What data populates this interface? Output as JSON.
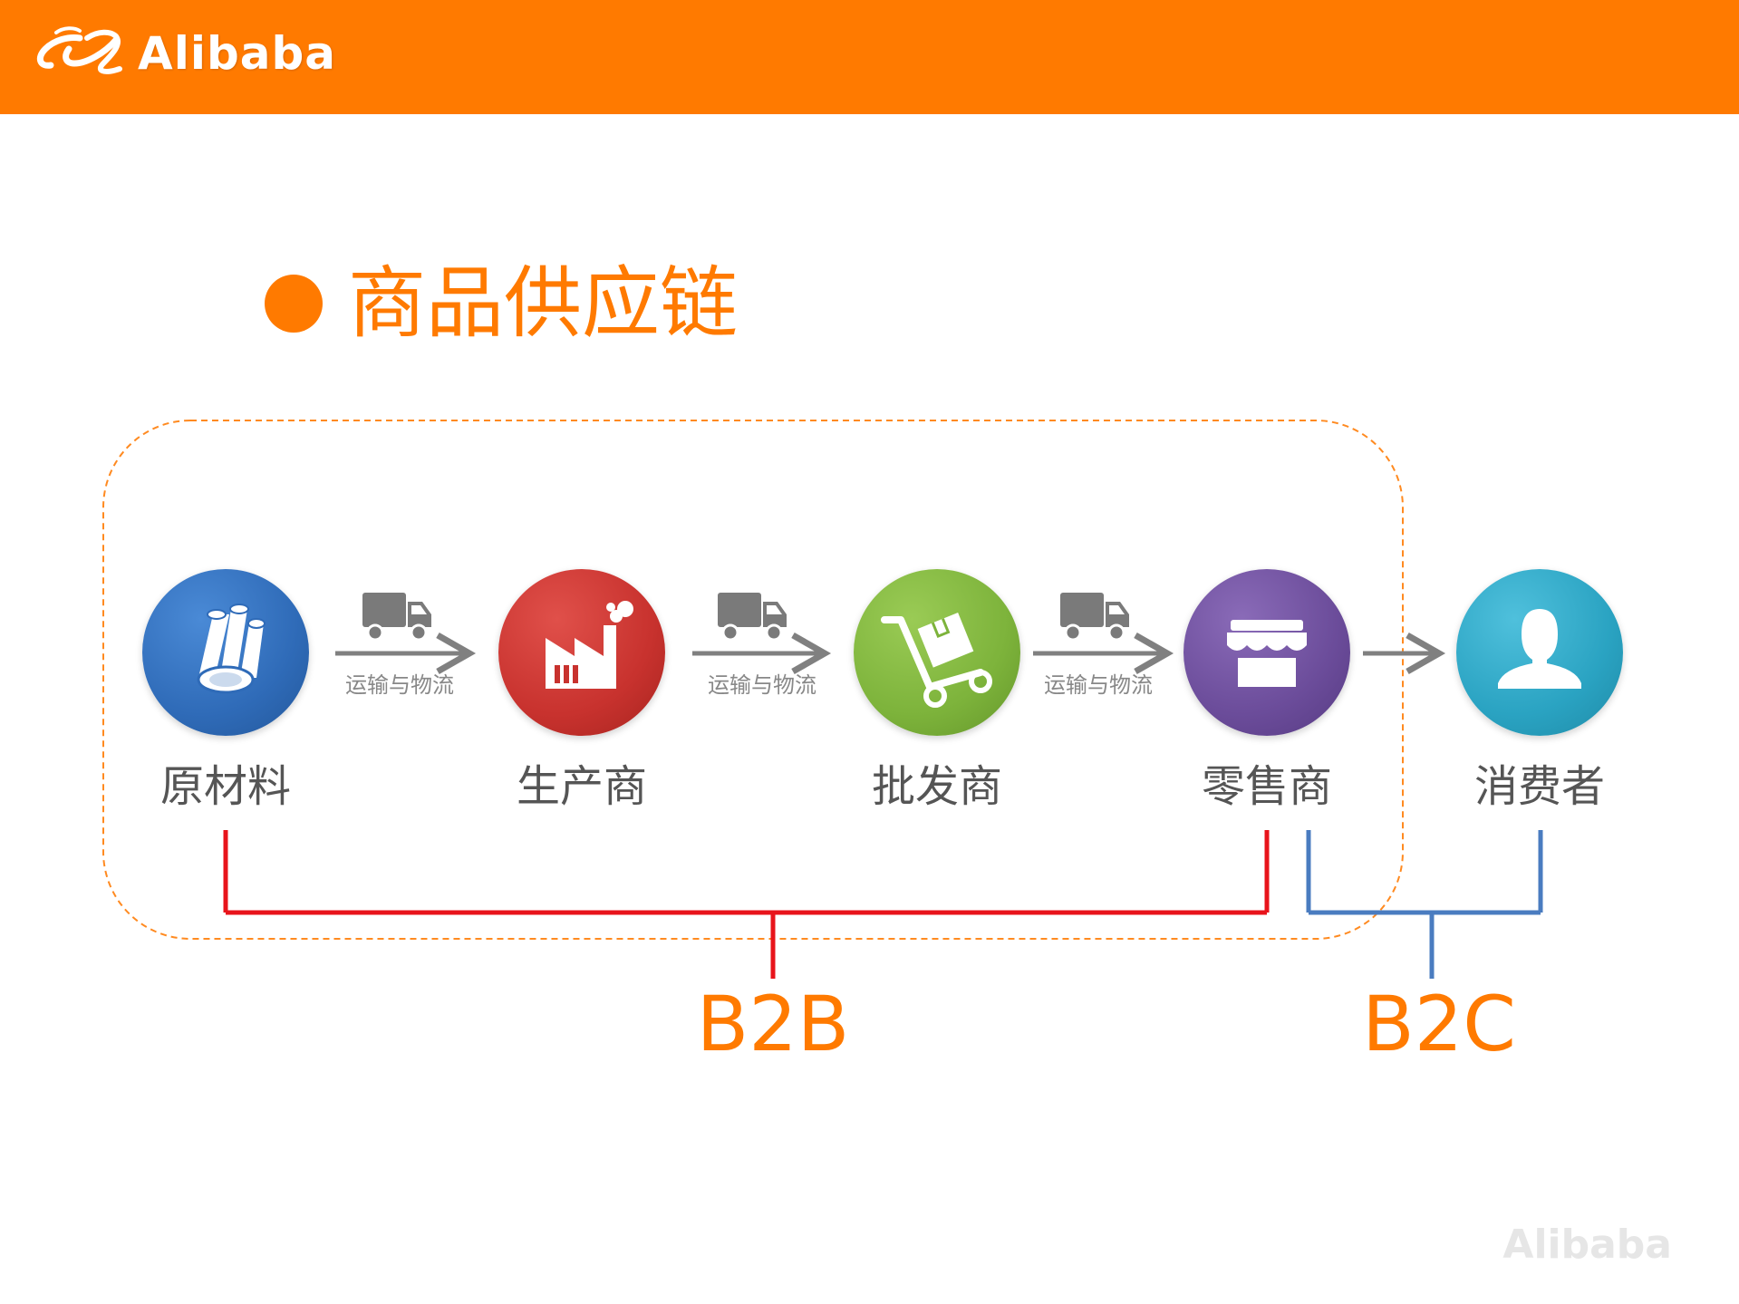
{
  "header": {
    "logo_text": "Alibaba",
    "brand_color": "#FF7A00"
  },
  "title": "商品供应链",
  "nodes": [
    {
      "id": "raw",
      "label": "原材料",
      "icon": "raw-materials-icon",
      "color": "#2F6BB8"
    },
    {
      "id": "manufacturer",
      "label": "生产商",
      "icon": "factory-icon",
      "color": "#C8322E"
    },
    {
      "id": "wholesaler",
      "label": "批发商",
      "icon": "hand-truck-icon",
      "color": "#7DB33B"
    },
    {
      "id": "retailer",
      "label": "零售商",
      "icon": "storefront-icon",
      "color": "#6B4C9A"
    },
    {
      "id": "consumer",
      "label": "消费者",
      "icon": "person-icon",
      "color": "#2AA3C2"
    }
  ],
  "edges": [
    {
      "from": "raw",
      "to": "manufacturer",
      "label": "运输与物流",
      "icon": "truck-icon"
    },
    {
      "from": "manufacturer",
      "to": "wholesaler",
      "label": "运输与物流",
      "icon": "truck-icon"
    },
    {
      "from": "wholesaler",
      "to": "retailer",
      "label": "运输与物流",
      "icon": "truck-icon"
    },
    {
      "from": "retailer",
      "to": "consumer",
      "label": "",
      "icon": ""
    }
  ],
  "groups": [
    {
      "label": "B2B",
      "from": "raw",
      "to": "retailer",
      "color": "#E8141B"
    },
    {
      "label": "B2C",
      "from": "retailer",
      "to": "consumer",
      "color": "#4A7CC0"
    }
  ],
  "colors": {
    "accent": "#FF7A00",
    "dashed_frame": "#FF8A20",
    "arrow": "#808080",
    "label_text": "#555555"
  },
  "watermark": "Alibaba"
}
